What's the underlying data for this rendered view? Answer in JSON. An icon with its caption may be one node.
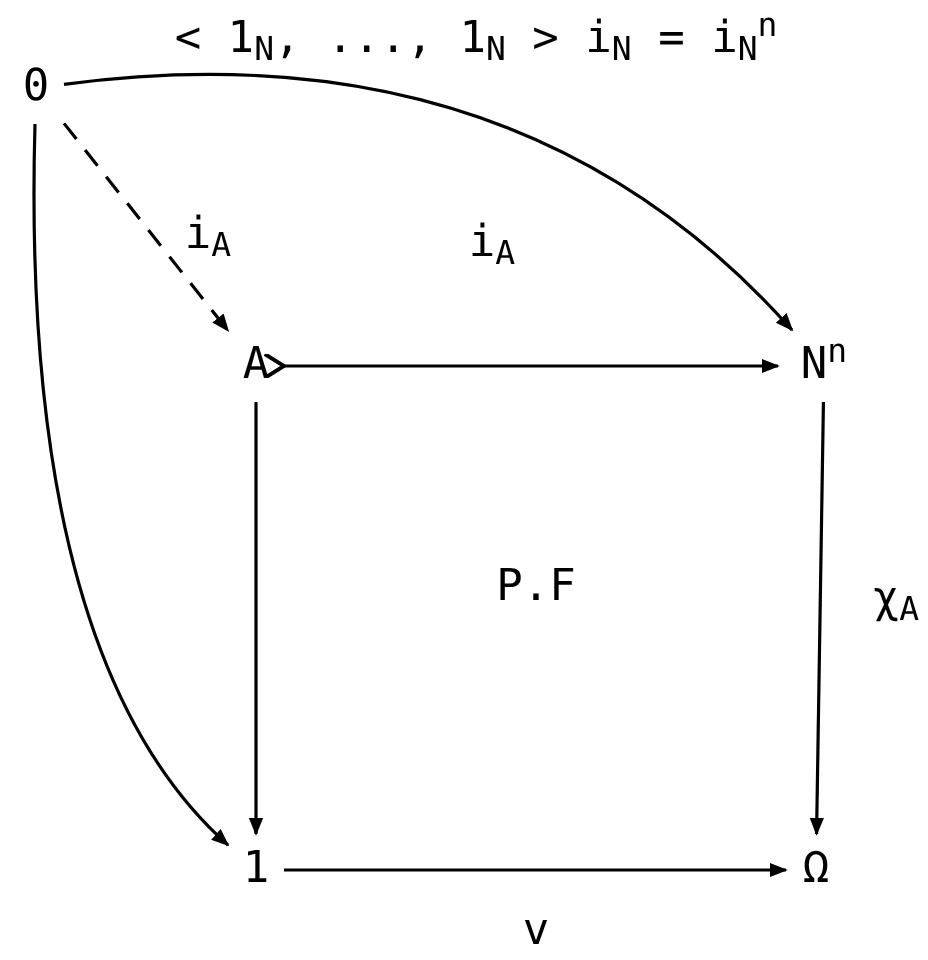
{
  "diagram": {
    "nodes": [
      {
        "text": [
          "0"
        ]
      },
      {
        "text": [
          "A"
        ]
      },
      {
        "text": [
          "N$^{n}$"
        ]
      },
      {
        "text": [
          "1"
        ]
      },
      {
        "text": [
          "Ω"
        ]
      }
    ],
    "edges": [
      {
        "from": 0,
        "to": 1,
        "arrow": "to",
        "style": "dashed",
        "label": "i$_{A}$"
      },
      {
        "from": 0,
        "to": 2,
        "arrow": "to"
      },
      {
        "from": 1,
        "to": 2,
        "arrow": "to"
      },
      {
        "from": 0,
        "to": 3,
        "arrow": "to"
      },
      {
        "from": 1,
        "to": 3,
        "arrow": "to"
      },
      {
        "from": 2,
        "to": 4,
        "arrow": "to",
        "label": "χ$_{A}$"
      },
      {
        "from": 3,
        "to": 4,
        "arrow": "to",
        "label": "v"
      }
    ],
    "labels": [
      "< 1$_{N}$, ..., 1$_{N}$ > i$_{N}$ = i$_{N}$$^{n}$",
      "i$_{A}$",
      "P.F"
    ]
  }
}
